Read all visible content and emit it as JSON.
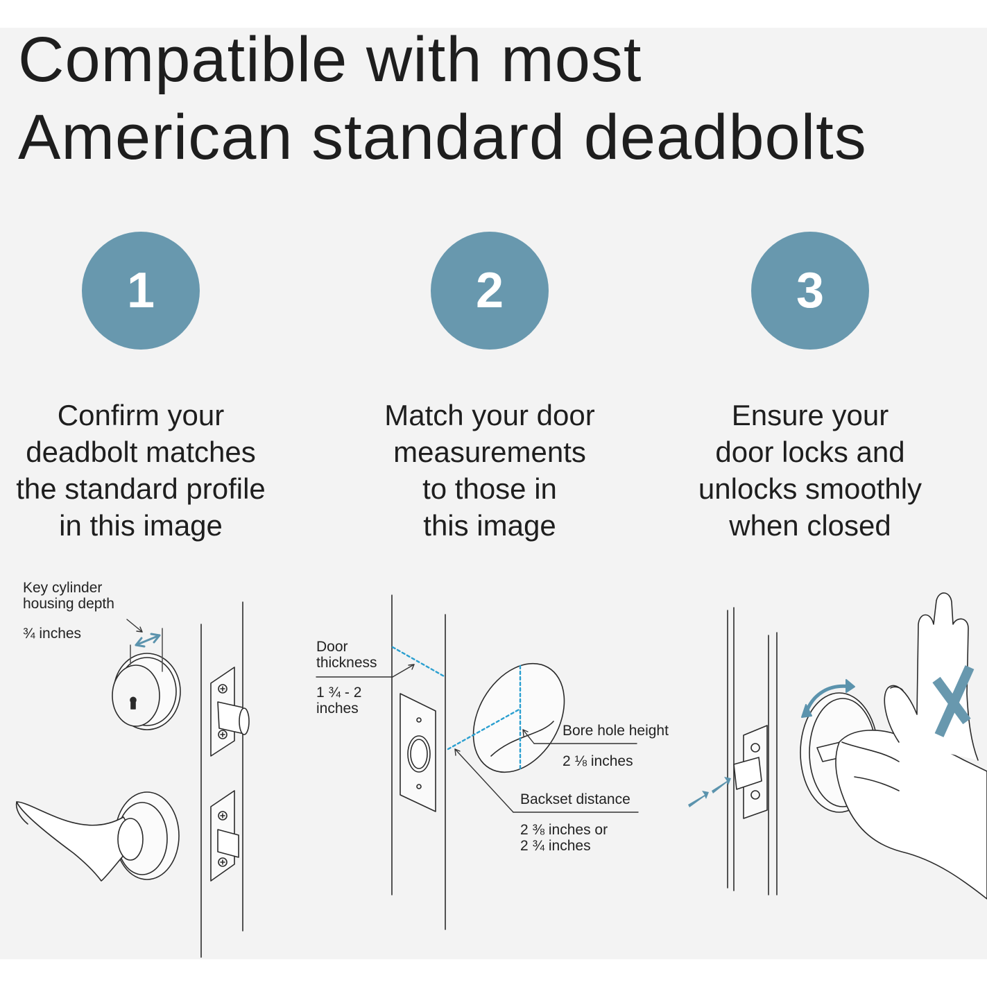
{
  "headline": {
    "line1": "Compatible with most",
    "line2": "American standard deadbolts"
  },
  "steps": [
    {
      "number": "1",
      "lines": [
        "Confirm your",
        "deadbolt matches",
        "the standard profile",
        "in this image"
      ]
    },
    {
      "number": "2",
      "lines": [
        "Match your door",
        "measurements",
        "to those in",
        "this image"
      ]
    },
    {
      "number": "3",
      "lines": [
        "Ensure your",
        "door locks and",
        "unlocks smoothly",
        "when closed"
      ]
    }
  ],
  "annotations": {
    "key_cylinder": {
      "label_line1": "Key cylinder",
      "label_line2": "housing depth",
      "value": "¾ inches"
    },
    "door_thickness": {
      "label_line1": "Door",
      "label_line2": "thickness",
      "value_line1": "1 ¾ - 2",
      "value_line2": "inches"
    },
    "bore_hole": {
      "label": "Bore hole height",
      "value": "2 ⅛ inches"
    },
    "backset": {
      "label": "Backset distance",
      "value_line1": "2 ⅜ inches or",
      "value_line2": "2 ¾ inches"
    }
  },
  "colors": {
    "accent": "#6898ae",
    "panel_background": "#f3f3f3",
    "dimension_line": "#2a9fd0",
    "arrow": "#5b93ad"
  },
  "icons": [
    "deadbolt-key-cylinder-icon",
    "lever-handle-icon",
    "strike-plate-icon",
    "bore-hole-icon",
    "hand-turning-thumbturn-icon",
    "raised-hand-icon",
    "x-mark-icon",
    "rotation-arrow-icon"
  ]
}
